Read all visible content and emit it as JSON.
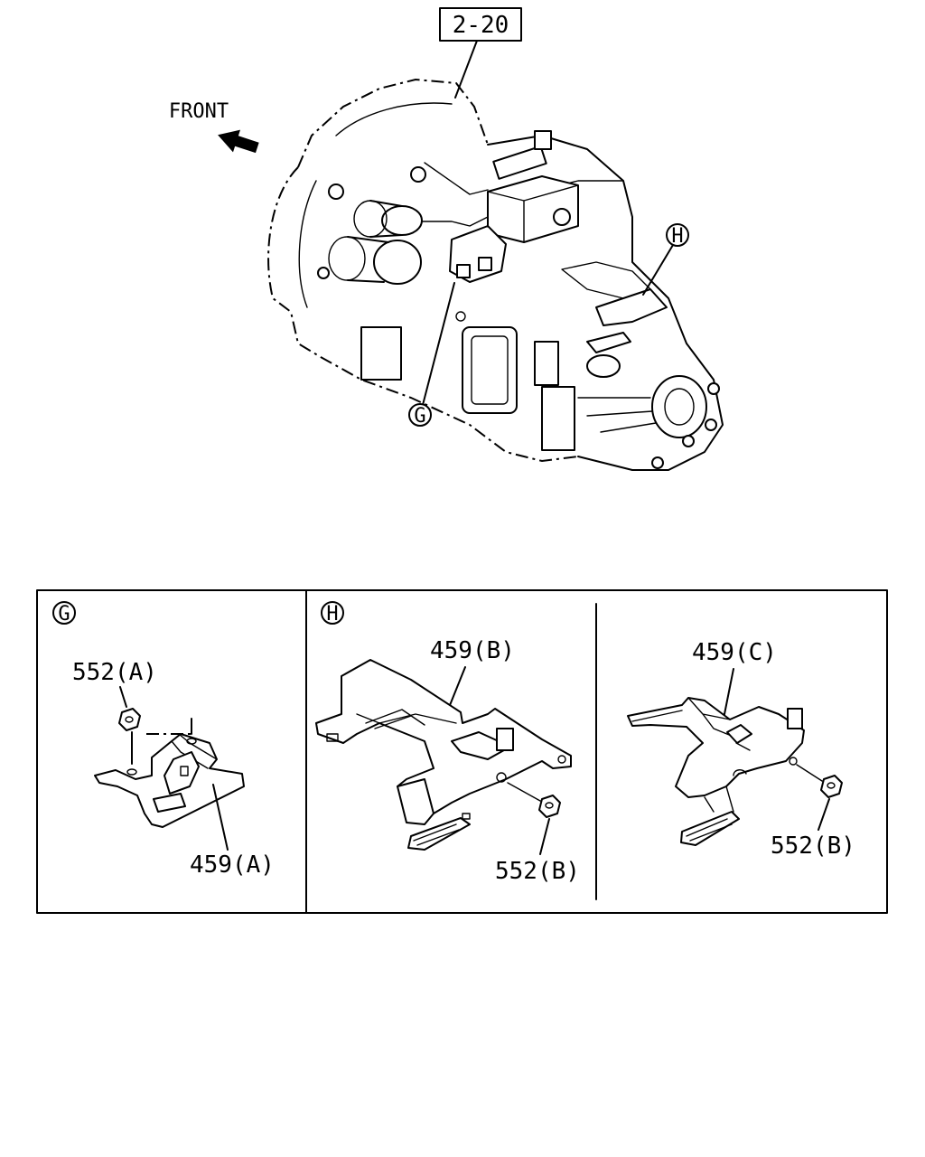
{
  "main_view": {
    "ref_box": "2-20",
    "front_label": "FRONT",
    "callout_g": "G",
    "callout_h": "H"
  },
  "detail_g": {
    "circle_label": "G",
    "nut_label": "552(A)",
    "bracket_label": "459(A)"
  },
  "detail_h": {
    "circle_label": "H",
    "left": {
      "bracket_label": "459(B)",
      "nut_label": "552(B)"
    },
    "right": {
      "bracket_label": "459(C)",
      "nut_label": "552(B)"
    }
  }
}
